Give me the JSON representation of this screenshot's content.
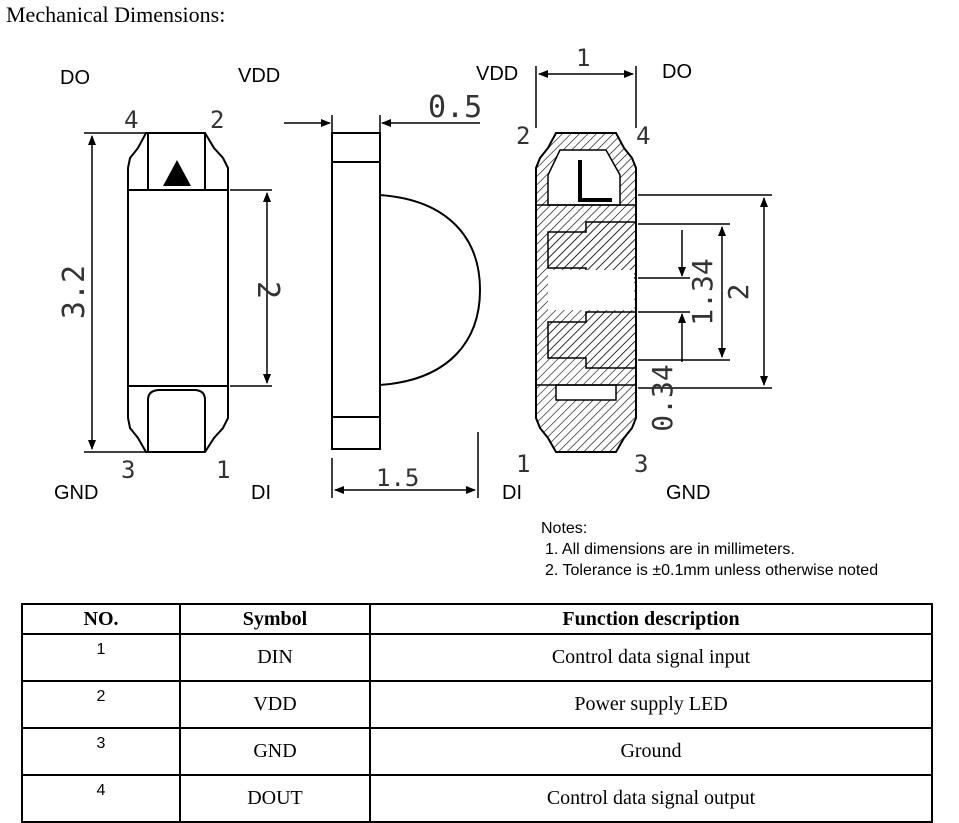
{
  "title": "Mechanical Dimensions:",
  "top_view": {
    "labels": {
      "do": "DO",
      "vdd": "VDD",
      "gnd": "GND",
      "di": "DI"
    },
    "pins": {
      "p4": "4",
      "p2": "2",
      "p3": "3",
      "p1": "1"
    },
    "dims": {
      "length": "3.2",
      "window": "2"
    }
  },
  "side_view": {
    "dims": {
      "thickness": "0.5",
      "height": "1.5"
    }
  },
  "bottom_view": {
    "labels": {
      "vdd": "VDD",
      "do": "DO",
      "di": "DI",
      "gnd": "GND"
    },
    "pins": {
      "p2": "2",
      "p4": "4",
      "p1": "1",
      "p3": "3"
    },
    "dims": {
      "width": "1",
      "pitch": "1.34",
      "span": "2",
      "pad": "0.34"
    }
  },
  "notes": {
    "heading": "Notes:",
    "items": [
      "1. All dimensions are in millimeters.",
      "2. Tolerance is ±0.1mm unless otherwise noted"
    ]
  },
  "table": {
    "headers": [
      "NO.",
      "Symbol",
      "Function description"
    ],
    "rows": [
      {
        "no": "1",
        "symbol": "DIN",
        "function": "Control data signal input"
      },
      {
        "no": "2",
        "symbol": "VDD",
        "function": "Power supply LED"
      },
      {
        "no": "3",
        "symbol": "GND",
        "function": "Ground"
      },
      {
        "no": "4",
        "symbol": "DOUT",
        "function": "Control data signal output"
      }
    ]
  }
}
